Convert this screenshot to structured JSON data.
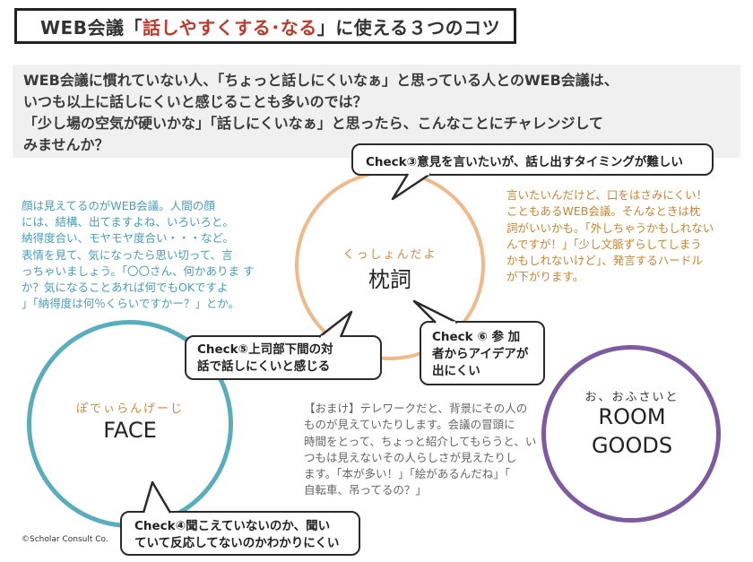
{
  "title": {
    "prefix": "WEB会議「",
    "highlight": "話しやすくする･なる",
    "suffix": "」に使える３つのコツ"
  },
  "intro": {
    "lines": [
      "WEB会議に慣れていない人、「ちょっと話しにくいなぁ」と思っている人とのWEB会議は、",
      "いつも以上に話しにくいと感じることも多いのでは？",
      "「少し場の空気が硬いかな」「話しにくいなぁ」と思ったら、こんなことにチャレンジして",
      "みませんか？"
    ]
  },
  "circles": {
    "top": {
      "ruby": "くっしょんだよ",
      "word": "枕詞"
    },
    "left": {
      "ruby": "ぽでぃらんげーじ",
      "word": "FACE"
    },
    "right": {
      "ruby": "お、おふさいと",
      "word_line1": "ROOM",
      "word_line2": "GOODS"
    }
  },
  "blue_text": {
    "lines": [
      "顔は見えてるのがWEB会議。人間の顔",
      "には、結構、出てますよね、いろいろと。",
      "納得度合い、モヤモヤ度合い・・・など。",
      "表情を見て、気になったら思い切って、言",
      "っちゃいましょう。「〇〇さん、何かありま す",
      "か？気になることあれば何でもOKですよ",
      "」「納得度は何％くらいですかー？」とか。"
    ]
  },
  "orange_text": {
    "lines": [
      "言いたいんだけど、口をはさみにくい！",
      "こともあるWEB会議。そんなときは枕",
      "詞がいいかも。「外しちゃうかもしれない",
      "んですが！」「少し文脈ずらしてしまう",
      "かもしれないけど」、発言するハードル",
      "が下がります。"
    ]
  },
  "gray_text": {
    "lines": [
      "【おまけ】テレワークだと、背景にその人の",
      "ものが見えていたりします。会議の冒頭に",
      "時間をとって、ちょっと紹介してもらうと、い",
      "つもは見えないその人らしさが見えたりし",
      "ます。「本が多い！」「絵があるんだね」「",
      "自転車、吊ってるの？」"
    ]
  },
  "bubbles": {
    "check3": {
      "line1": "Check③意見を言いたいが、話し出すタイミングが難しい"
    },
    "check5": {
      "line1": "Check⑤上司部下間の対",
      "line2": "話で話しにくいと感じる"
    },
    "check6": {
      "line1": "Check ⑥ 参 加",
      "line2": "者からアイデアが",
      "line3": "出にくい"
    },
    "check4": {
      "line1": "Check④聞こえていないのか、聞い",
      "line2": "ていて反応してないのかわかりにくい"
    }
  },
  "copyright": "©Scholar Consult Co."
}
